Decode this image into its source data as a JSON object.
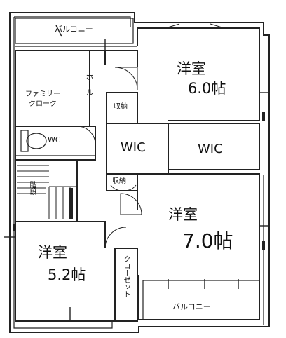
{
  "rooms": {
    "balcony_top": "バルコニー",
    "family_cloak": "ファミリー\nクローク",
    "hall": "ホール",
    "western_6": "洋室",
    "western_6_size": "6.0帖",
    "storage_1": "収納",
    "wc": "WC",
    "wic_1": "WIC",
    "wic_2": "WIC",
    "stairs": "階段",
    "storage_2": "収納",
    "western_7": "洋室",
    "western_7_size": "7.0帖",
    "western_52": "洋室",
    "western_52_size": "5.2帖",
    "closet": "クローゼット",
    "balcony_bottom": "バルコニー"
  }
}
